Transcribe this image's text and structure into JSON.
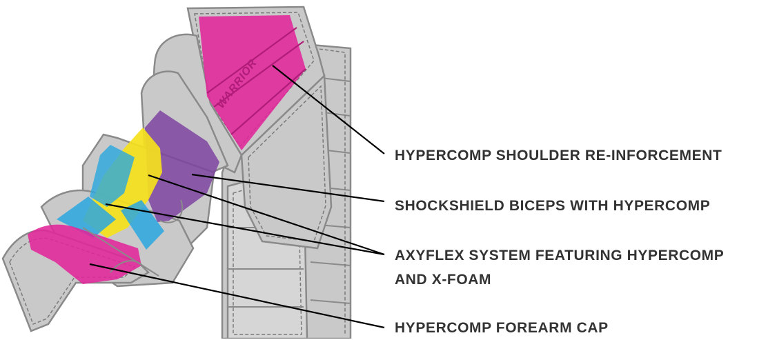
{
  "diagram": {
    "brand_mark": "WARRIOR",
    "callouts": [
      {
        "text": "HYPERCOMP SHOULDER RE-INFORCEMENT"
      },
      {
        "text": "SHOCKSHIELD BICEPS WITH HYPERCOMP"
      },
      {
        "text": "AXYFLEX SYSTEM FEATURING HYPERCOMP"
      },
      {
        "text": "AND X-FOAM"
      },
      {
        "text": "HYPERCOMP FOREARM CAP"
      }
    ],
    "colors": {
      "pad_fill": "#c9c9c9",
      "pad_outline": "#8a8a8a",
      "hypercomp_pink": "#e0259a",
      "shockshield_purple": "#7b3fa0",
      "axyflex_yellow": "#f5e11c",
      "xfoam_blue": "#2aa7e0",
      "leader_line": "#000000",
      "text": "#333333"
    }
  }
}
